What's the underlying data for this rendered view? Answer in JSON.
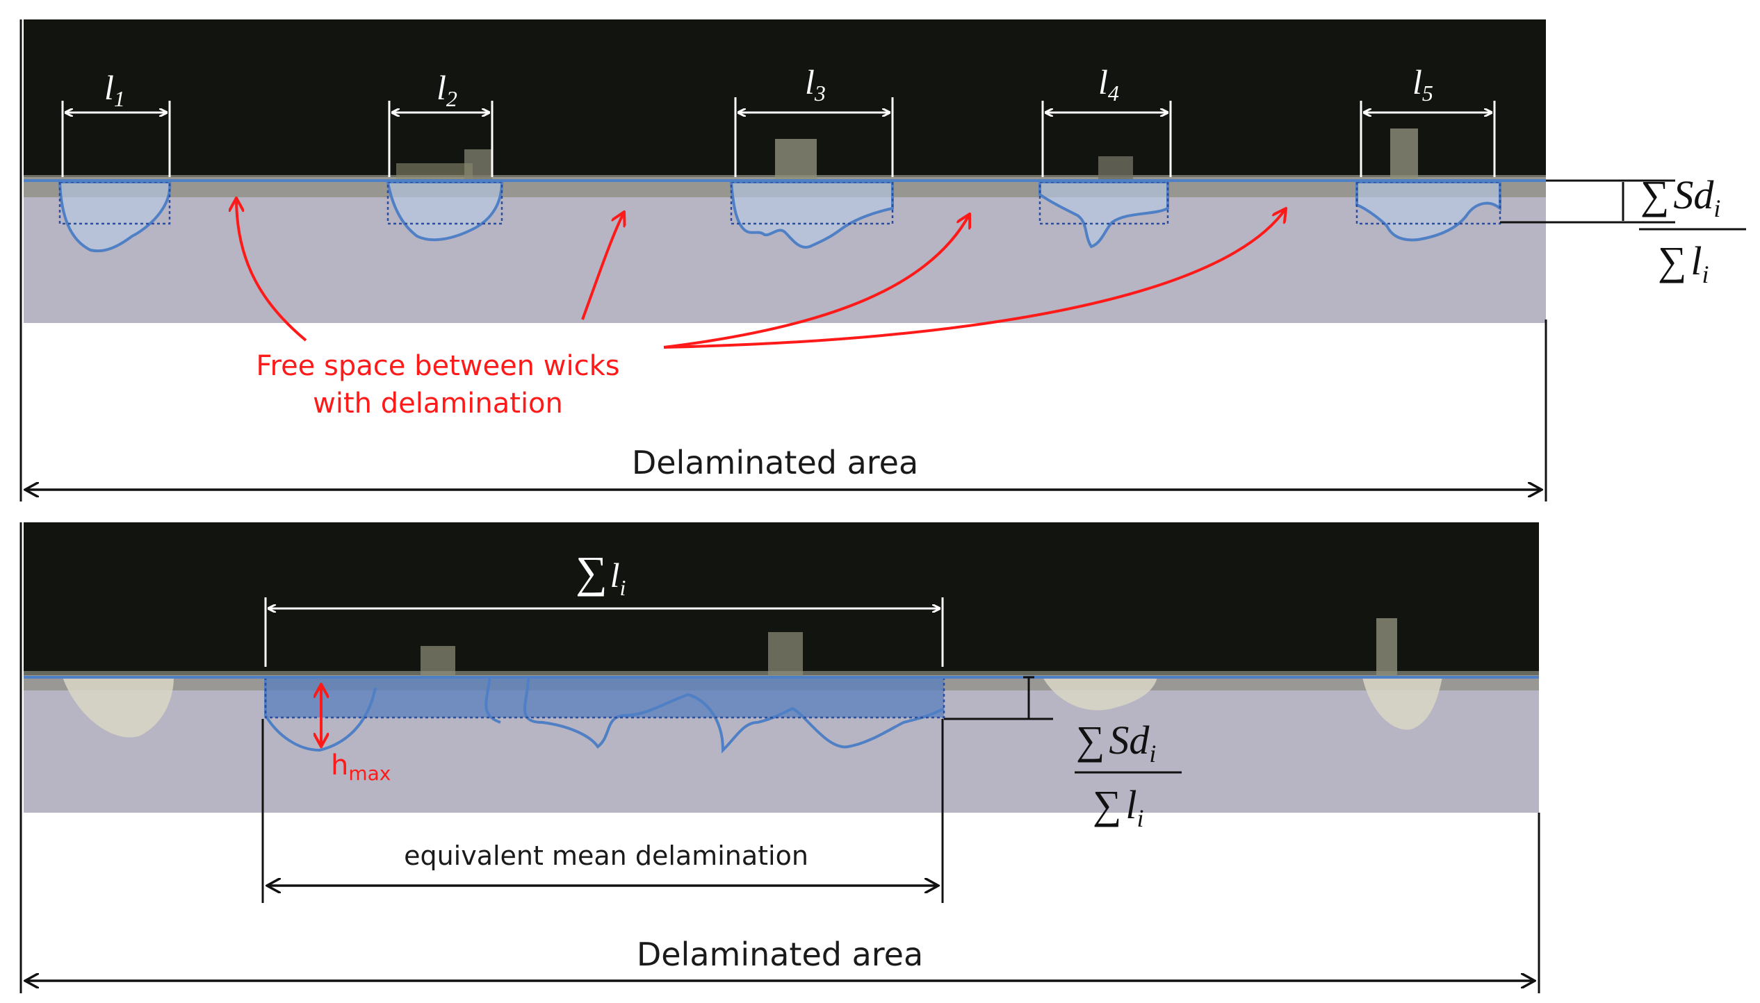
{
  "top_panel": {
    "wick_labels": [
      {
        "base": "l",
        "sub": "1"
      },
      {
        "base": "l",
        "sub": "2"
      },
      {
        "base": "l",
        "sub": "3"
      },
      {
        "base": "l",
        "sub": "4"
      },
      {
        "base": "l",
        "sub": "5"
      }
    ],
    "annotation_line1": "Free space between wicks",
    "annotation_line2": "with delamination",
    "area_label": "Delaminated area",
    "formula": {
      "num_sigma": "∑",
      "num_var": "Sd",
      "num_sub": "i",
      "den_sigma": "∑",
      "den_var": "l",
      "den_sub": "i"
    }
  },
  "bottom_panel": {
    "sum_label": {
      "sigma": "∑",
      "var": "l",
      "sub": "i"
    },
    "hmax_label": {
      "base": "h",
      "sub": "max"
    },
    "mean_label": "equivalent mean delamination",
    "area_label": "Delaminated area",
    "formula": {
      "num_sigma": "∑",
      "num_var": "Sd",
      "num_sub": "i",
      "den_sigma": "∑",
      "den_var": "l",
      "den_sub": "i"
    }
  },
  "colors": {
    "photo_dark": "#121410",
    "photo_light": "#b7b5c3",
    "delam_fill": "#7d9ed1",
    "outline_blue": "#4f7fc4",
    "arrow_red": "#ff1a1a",
    "dim_white": "#ffffff",
    "dim_black": "#111111"
  }
}
